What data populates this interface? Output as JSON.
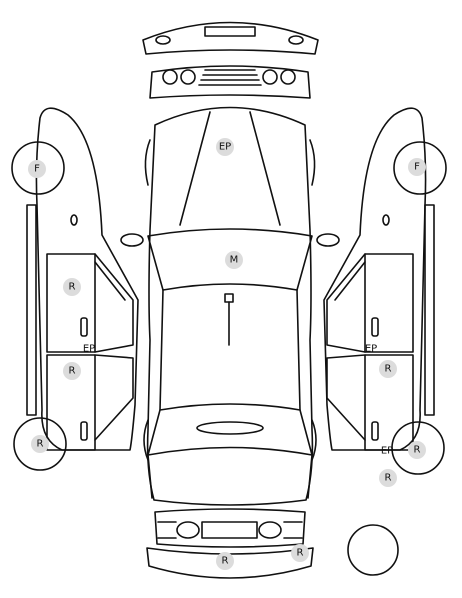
{
  "markers": {
    "front_left_wheel": "F",
    "front_right_wheel": "F",
    "rear_left_wheel": "R",
    "rear_right_wheel": "R",
    "rear_right_lower": "R",
    "left_rear_door_upper": "R",
    "left_rear_door_lower": "R",
    "right_rear_door_upper": "R",
    "left_door_panel_ep": "EP",
    "right_door_panel_ep": "EP",
    "right_lower_ep": "EP",
    "hood_ep": "EP",
    "roof_m": "M",
    "rear_bumper_r_left": "R",
    "rear_bumper_r_right": "R"
  },
  "colors": {
    "badge": "#dcdcdc",
    "stroke": "#111111"
  }
}
